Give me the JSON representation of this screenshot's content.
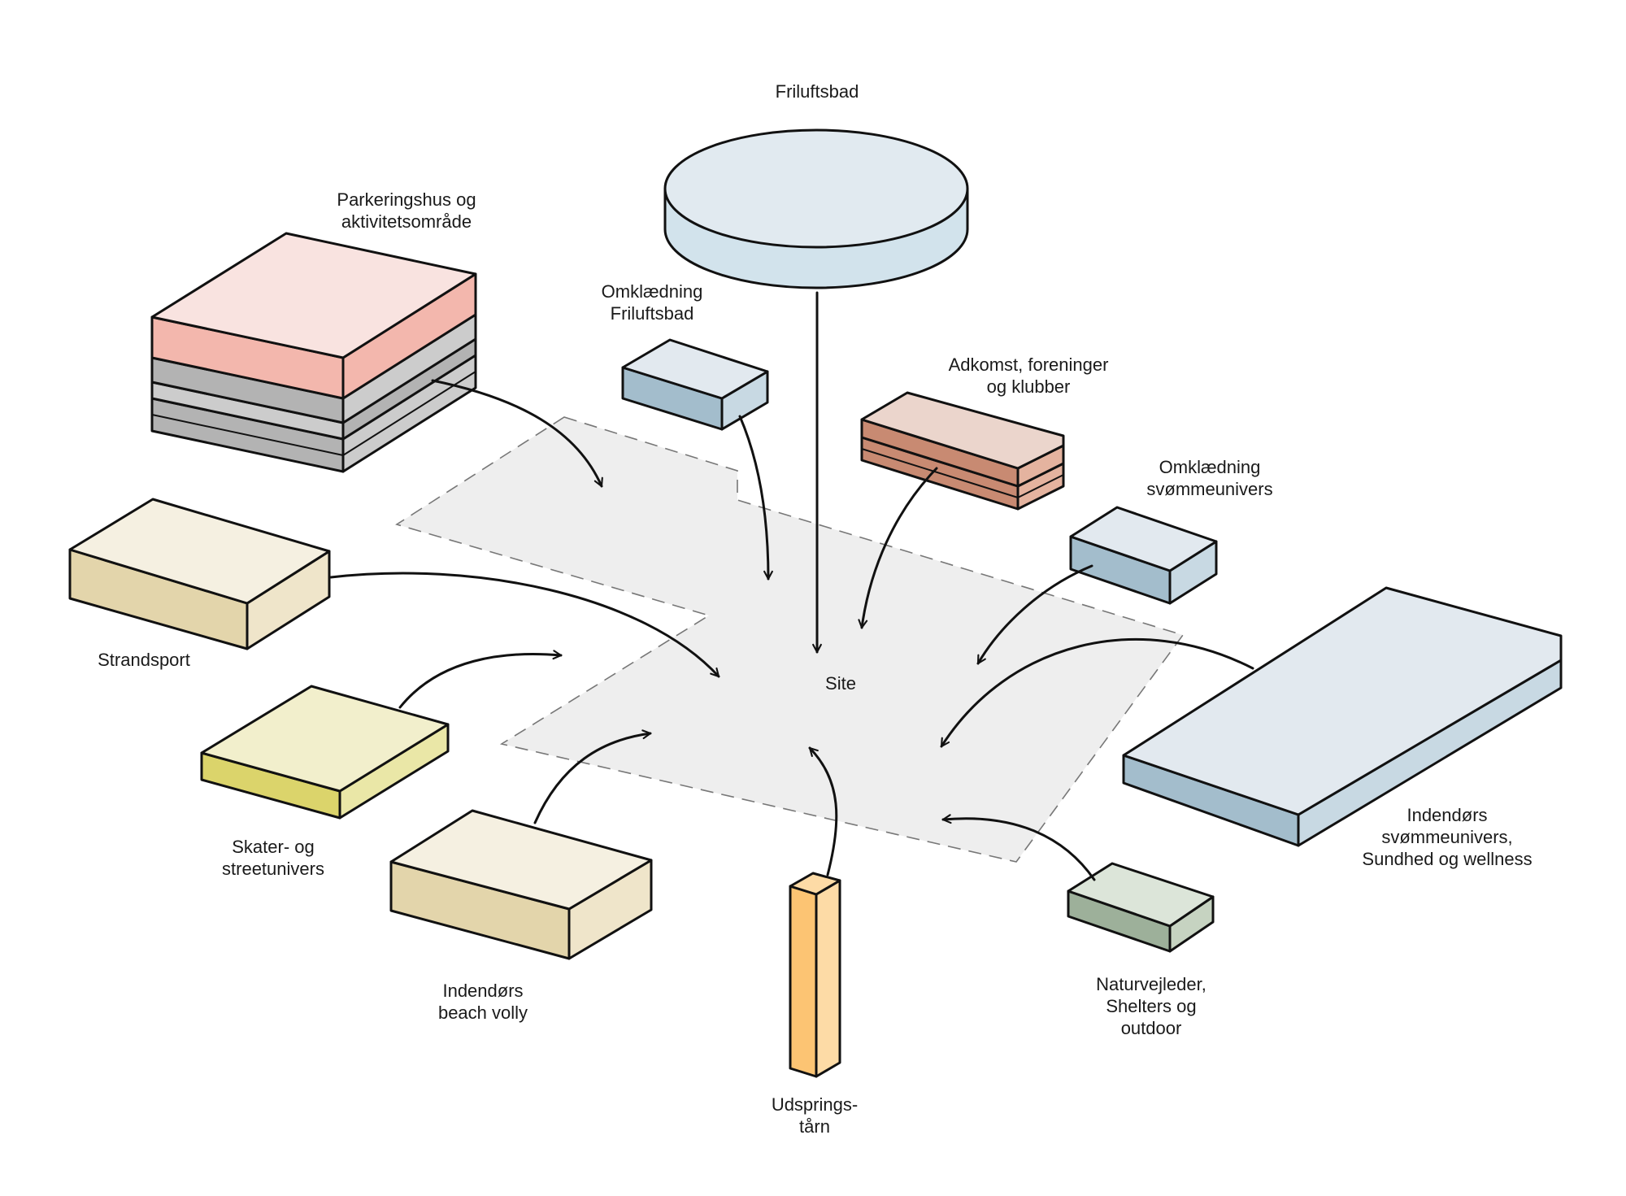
{
  "site": {
    "label": "Site"
  },
  "labels": {
    "friluftsbad": [
      "Friluftsbad"
    ],
    "parkeringshus": [
      "Parkeringshus og",
      "aktivitetsområde"
    ],
    "omkl_friluftsbad": [
      "Omklædning",
      "Friluftsbad"
    ],
    "adkomst": [
      "Adkomst, foreninger",
      "og klubber"
    ],
    "omkl_svommeunivers": [
      "Omklædning",
      "svømmeunivers"
    ],
    "strandsport": [
      "Strandsport"
    ],
    "skater": [
      "Skater- og",
      "streetunivers"
    ],
    "indendors_beach": [
      "Indendørs",
      "beach volly"
    ],
    "udsprings": [
      "Udsprings-",
      "tårn"
    ],
    "naturvejleder": [
      "Naturvejleder,",
      "Shelters og",
      "outdoor"
    ],
    "indendors_svommeunivers": [
      "Indendørs",
      "svømmeunivers,",
      "Sundhed og wellness"
    ]
  },
  "colors": {
    "site_fill": "#eeeeee",
    "friluftsbad_top": "#e1eaf0",
    "friluftsbad_side": "#d2e3ec",
    "pink_top": "#f9e3e0",
    "pink_band": "#f3b7ad",
    "grey_band_1": "#cccccc",
    "grey_band_2": "#b3b3b3",
    "blue_top": "#e2e9ef",
    "blue_front": "#a3bdcc",
    "blue_right": "#c8d9e3",
    "terracotta_top": "#ebd5cc",
    "terracotta_band": "#c88a72",
    "terracotta_light": "#e4b39f",
    "cream_top": "#f5f0e1",
    "cream_front": "#e3d5ab",
    "cream_right": "#efe5ca",
    "yellow_top": "#f2efcc",
    "yellow_front": "#dbd46b",
    "yellow_right": "#eae7a7",
    "orange_front": "#fcc473",
    "orange_right": "#fddba6",
    "green_top": "#dce5d9",
    "green_front": "#9db09a",
    "green_right": "#c6d3c1"
  }
}
